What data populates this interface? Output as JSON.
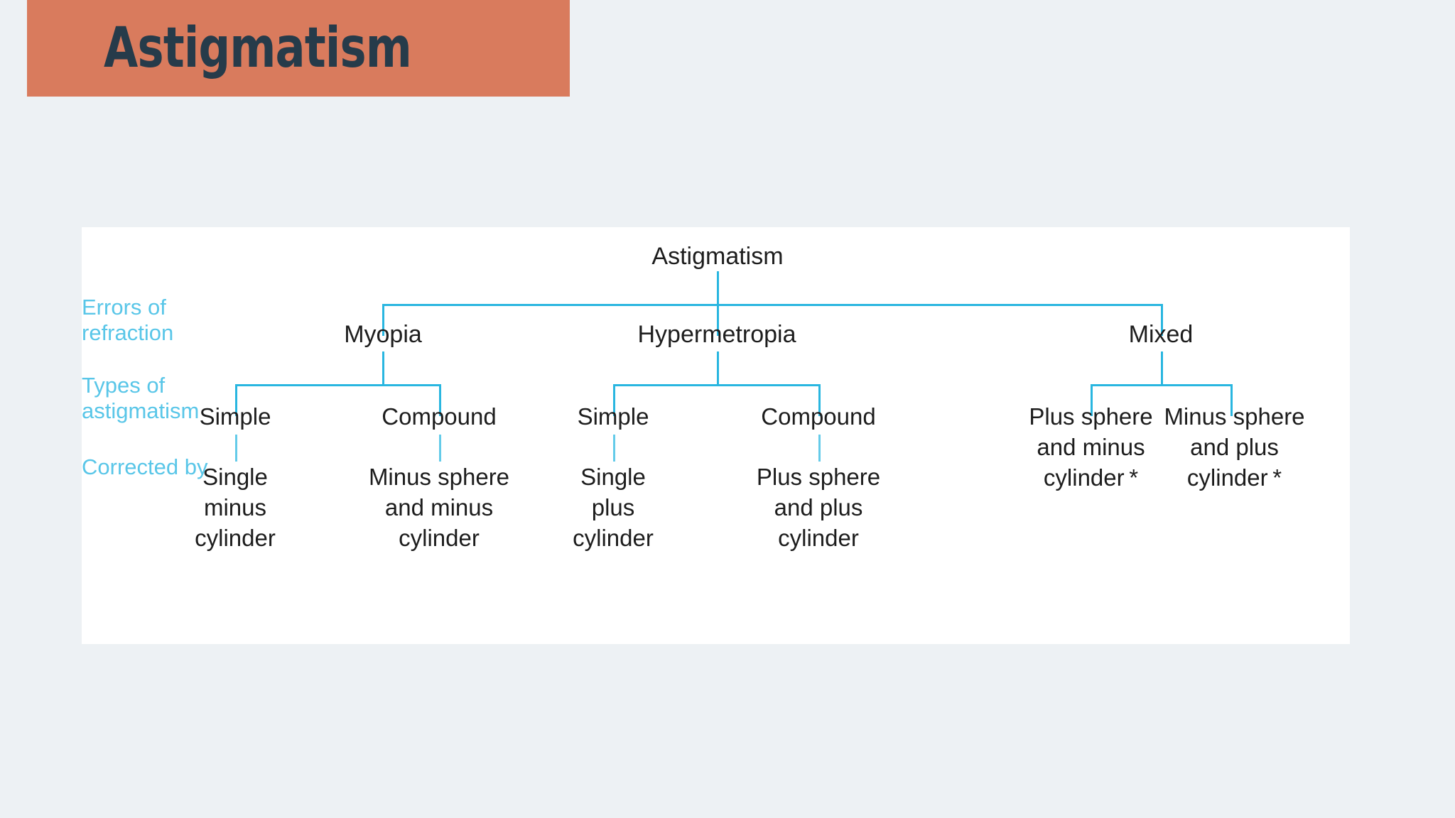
{
  "page": {
    "background_color": "#edf1f4"
  },
  "title_banner": {
    "text": "Astigmatism",
    "background_color": "#d97b5d",
    "text_color": "#263b4a"
  },
  "diagram": {
    "panel_background": "#ffffff",
    "line_color": "#29b6e0",
    "row_label_color": "#59c6e8",
    "node_text_color": "#1d1d1d",
    "row_labels": [
      {
        "id": "errors-of-refraction",
        "text": "Errors of\nrefraction"
      },
      {
        "id": "types-of-astigmatism",
        "text": "Types of\nastigmatism"
      },
      {
        "id": "corrected-by",
        "text": "Corrected by"
      }
    ],
    "root": {
      "label": "Astigmatism"
    },
    "branches": [
      {
        "id": "myopia",
        "label": "Myopia",
        "children": [
          {
            "id": "myopia-simple",
            "label": "Simple",
            "corrected_by": "Single\nminus\ncylinder"
          },
          {
            "id": "myopia-compound",
            "label": "Compound",
            "corrected_by": "Minus sphere\nand minus\ncylinder"
          }
        ]
      },
      {
        "id": "hypermetropia",
        "label": "Hypermetropia",
        "children": [
          {
            "id": "hypermetropia-simple",
            "label": "Simple",
            "corrected_by": "Single\nplus\ncylinder"
          },
          {
            "id": "hypermetropia-compound",
            "label": "Compound",
            "corrected_by": "Plus sphere\nand plus\ncylinder"
          }
        ]
      },
      {
        "id": "mixed",
        "label": "Mixed",
        "children": [
          {
            "id": "mixed-plus-sphere",
            "label": "Plus sphere\nand minus\ncylinder *",
            "corrected_by": ""
          },
          {
            "id": "mixed-minus-sphere",
            "label": "Minus sphere\nand plus\ncylinder *",
            "corrected_by": ""
          }
        ]
      }
    ]
  }
}
